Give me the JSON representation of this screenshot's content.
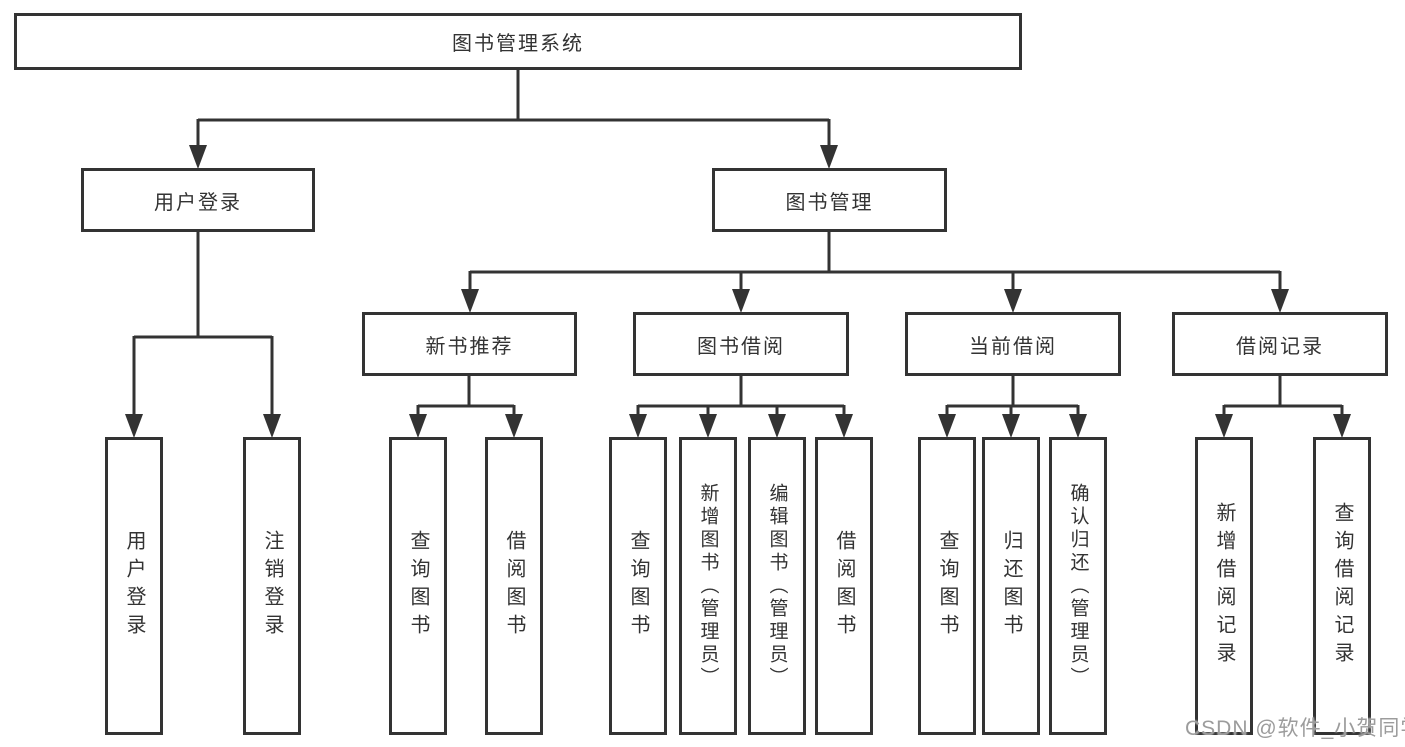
{
  "diagram": {
    "root_label": "图书管理系统",
    "level2": {
      "user_login": "用户登录",
      "book_management": "图书管理"
    },
    "level3": {
      "new_book_recommend": "新书推荐",
      "book_borrow": "图书借阅",
      "current_borrow": "当前借阅",
      "borrow_records": "借阅记录"
    },
    "leaves": {
      "user_login": [
        "用户登录",
        "注销登录"
      ],
      "new_book_recommend": [
        "查询图书",
        "借阅图书"
      ],
      "book_borrow": [
        "查询图书",
        "新增图书（管理员）",
        "编辑图书（管理员）",
        "借阅图书"
      ],
      "current_borrow": [
        "查询图书",
        "归还图书",
        "确认归还（管理员）"
      ],
      "borrow_records": [
        "新增借阅记录",
        "查询借阅记录"
      ]
    },
    "line_color": "#333333"
  },
  "watermark": "CSDN @软件_小贺同学"
}
